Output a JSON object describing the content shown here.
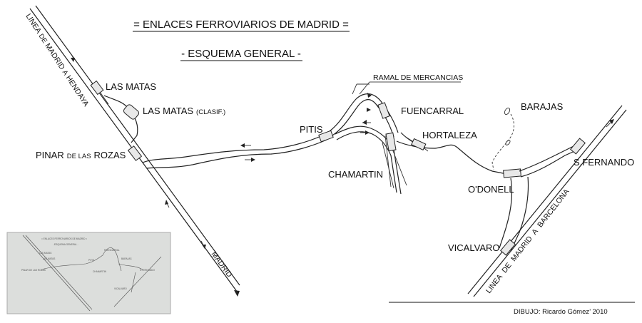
{
  "title": "= ENLACES FERROVIARIOS DE MADRID =",
  "subtitle": "- ESQUEMA GENERAL -",
  "stations": {
    "las_matas": "LAS MATAS",
    "las_matas_clasif_main": "LAS MATAS",
    "las_matas_clasif_small": "(CLASIF.)",
    "pinar_a": "PINAR",
    "pinar_b": "DE LAS",
    "pinar_c": "ROZAS",
    "pitis": "PITIS",
    "fuencarral": "FUENCARRAL",
    "hortaleza": "HORTALEZA",
    "chamartin": "CHAMARTIN",
    "barajas": "BARAJAS",
    "odonell": "O'DONELL",
    "sfernando": "S.FERNANDO",
    "vicalvaro": "VICALVARO"
  },
  "labels": {
    "ramal": "RAMAL DE MERCANCIAS",
    "linea_hendaya_1": "LINEA",
    "linea_hendaya_2": "DE",
    "linea_hendaya_3": "MADRID",
    "linea_hendaya_4": "A",
    "linea_hendaya_5": "HENDAYA",
    "madrid": "MADRID",
    "linea_barcelona_1": "LINEA",
    "linea_barcelona_2": "DE",
    "linea_barcelona_3": "MADRID",
    "linea_barcelona_4": "A",
    "linea_barcelona_5": "BARCELONA"
  },
  "credit": "DIBUJO: Ricardo Gómez’ 2010",
  "colors": {
    "line": "#222222",
    "inset_bg": "#dcdedc",
    "inset_border": "#aaaaaa"
  }
}
